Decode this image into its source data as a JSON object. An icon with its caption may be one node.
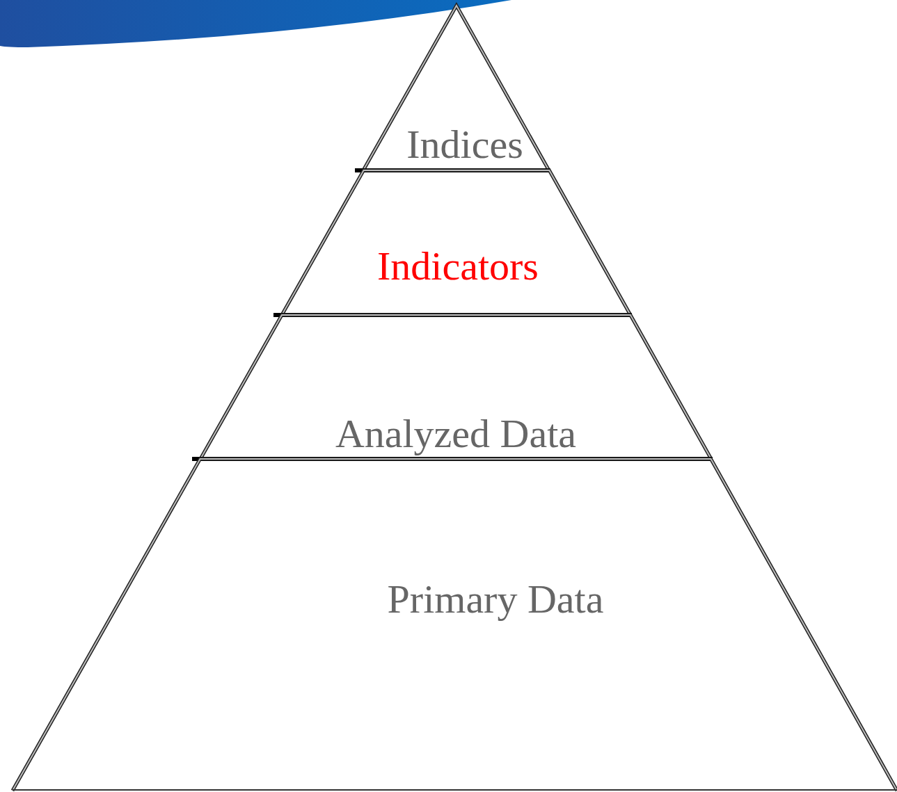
{
  "diagram": {
    "nodes": [
      {
        "text": [
          "Indices"
        ]
      },
      {
        "text": [
          "Indicators"
        ]
      },
      {
        "text": [
          "Analyzed Data"
        ]
      },
      {
        "text": [
          "Primary Data"
        ]
      }
    ]
  }
}
